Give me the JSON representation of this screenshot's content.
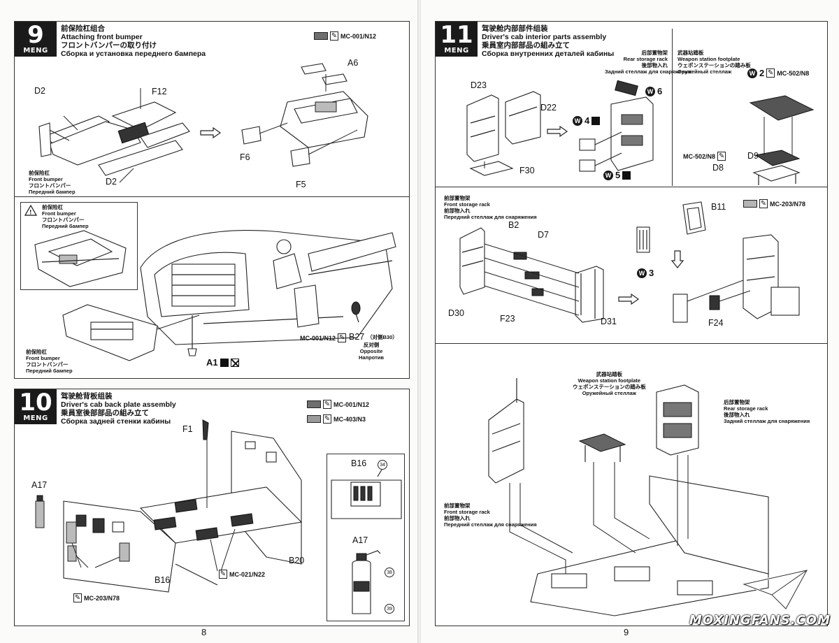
{
  "pages": {
    "left_number": "8",
    "right_number": "9"
  },
  "brand": "MENG",
  "watermark": "MOXINGFANS.COM",
  "steps": {
    "s9": {
      "number": "9",
      "title_zh": "前保险杠组合",
      "title_en": "Attaching front bumper",
      "title_jp": "フロントバンパーの取り付け",
      "title_ru": "Сборка и установка переднего бампера",
      "paint": "MC-001/N12",
      "labels": {
        "d2a": "D2",
        "f12": "F12",
        "d2b": "D2",
        "a6": "A6",
        "f6": "F6",
        "f5": "F5"
      },
      "caption": {
        "zh": "前保险杠",
        "en": "Front bumper",
        "jp": "フロントバンパー",
        "ru": "Передний бампер"
      },
      "warn_caption": {
        "zh": "前保险杠",
        "en": "Front bumper",
        "jp": "フロントバンパー",
        "ru": "Передний бампер"
      },
      "bottom_caption": {
        "zh": "前保险杠",
        "en": "Front bumper",
        "jp": "フロントバンパー",
        "ru": "Передний бампер"
      },
      "b27_paint": "MC-001/N12",
      "b27": "B27",
      "b27_note": "（对侧B30）",
      "opposite_zh": "反对侧",
      "opposite_en": "Opposite",
      "opposite_ru": "Напротив",
      "a1": "A1"
    },
    "s10": {
      "number": "10",
      "title_zh": "驾驶舱背板组装",
      "title_en": "Driver's cab back plate assembly",
      "title_jp": "乗員室後部部品の組み立て",
      "title_ru": "Сборка задней стенки кабины",
      "paint1": "MC-001/N12",
      "paint2": "MC-403/N3",
      "paint3": "MC-021/N22",
      "paint4": "MC-203/N78",
      "labels": {
        "f1": "F1",
        "a17a": "A17",
        "b16a": "B16",
        "b20": "B20",
        "b16b": "B16",
        "a17b": "A17"
      },
      "decals": {
        "d34": "34",
        "d38": "38",
        "d39": "39"
      }
    },
    "s11": {
      "number": "11",
      "title_zh": "驾驶舱内部部件组装",
      "title_en": "Driver's cab interior parts assembly",
      "title_jp": "乗員室内部部品の組み立て",
      "title_ru": "Сборка внутренних деталей кабины",
      "rear_rack": {
        "zh": "后部置物架",
        "en": "Rear storage rack",
        "jp": "後部物入れ",
        "ru": "Задний стеллаж для снаряжения"
      },
      "weapon": {
        "zh": "武器站踏板",
        "en": "Weapon station footplate",
        "jp": "ウェポンステーションの踏み板",
        "ru": "Оружейный стеллаж"
      },
      "front_rack": {
        "zh": "前部置物架",
        "en": "Front storage rack",
        "jp": "前部物入れ",
        "ru": "Передний стеллаж для снаряжения"
      },
      "paint_weapon": "MC-502/N8",
      "paint_front": "MC-203/N78",
      "labels": {
        "d23": "D23",
        "d22": "D22",
        "f30": "F30",
        "d9": "D9",
        "d8": "D8",
        "b11": "B11",
        "b2": "B2",
        "d7": "D7",
        "d30": "D30",
        "f23": "F23",
        "d31": "D31",
        "f24": "F24"
      },
      "w": {
        "w2": "2",
        "w3": "3",
        "w4": "4",
        "w5": "5",
        "w6": "6",
        "wl": "W"
      },
      "assembled": {
        "weapon": {
          "zh": "武器站踏板",
          "en": "Weapon station footplate",
          "jp": "ウェポンステーションの踏み板",
          "ru": "Оружейный стеллаж"
        },
        "rear": {
          "zh": "后部置物架",
          "en": "Rear storage rack",
          "jp": "後部物入れ",
          "ru": "Задний стеллаж для снаряжения"
        },
        "front": {
          "zh": "前部置物架",
          "en": "Front storage rack",
          "jp": "前部物入れ",
          "ru": "Передний стеллаж для снаряжения"
        }
      }
    }
  },
  "colors": {
    "swatch_dark": "#6e6e6e",
    "swatch_mid": "#9a9a9a",
    "swatch_light": "#b5b5b5",
    "badge": "#1a1a1a"
  }
}
